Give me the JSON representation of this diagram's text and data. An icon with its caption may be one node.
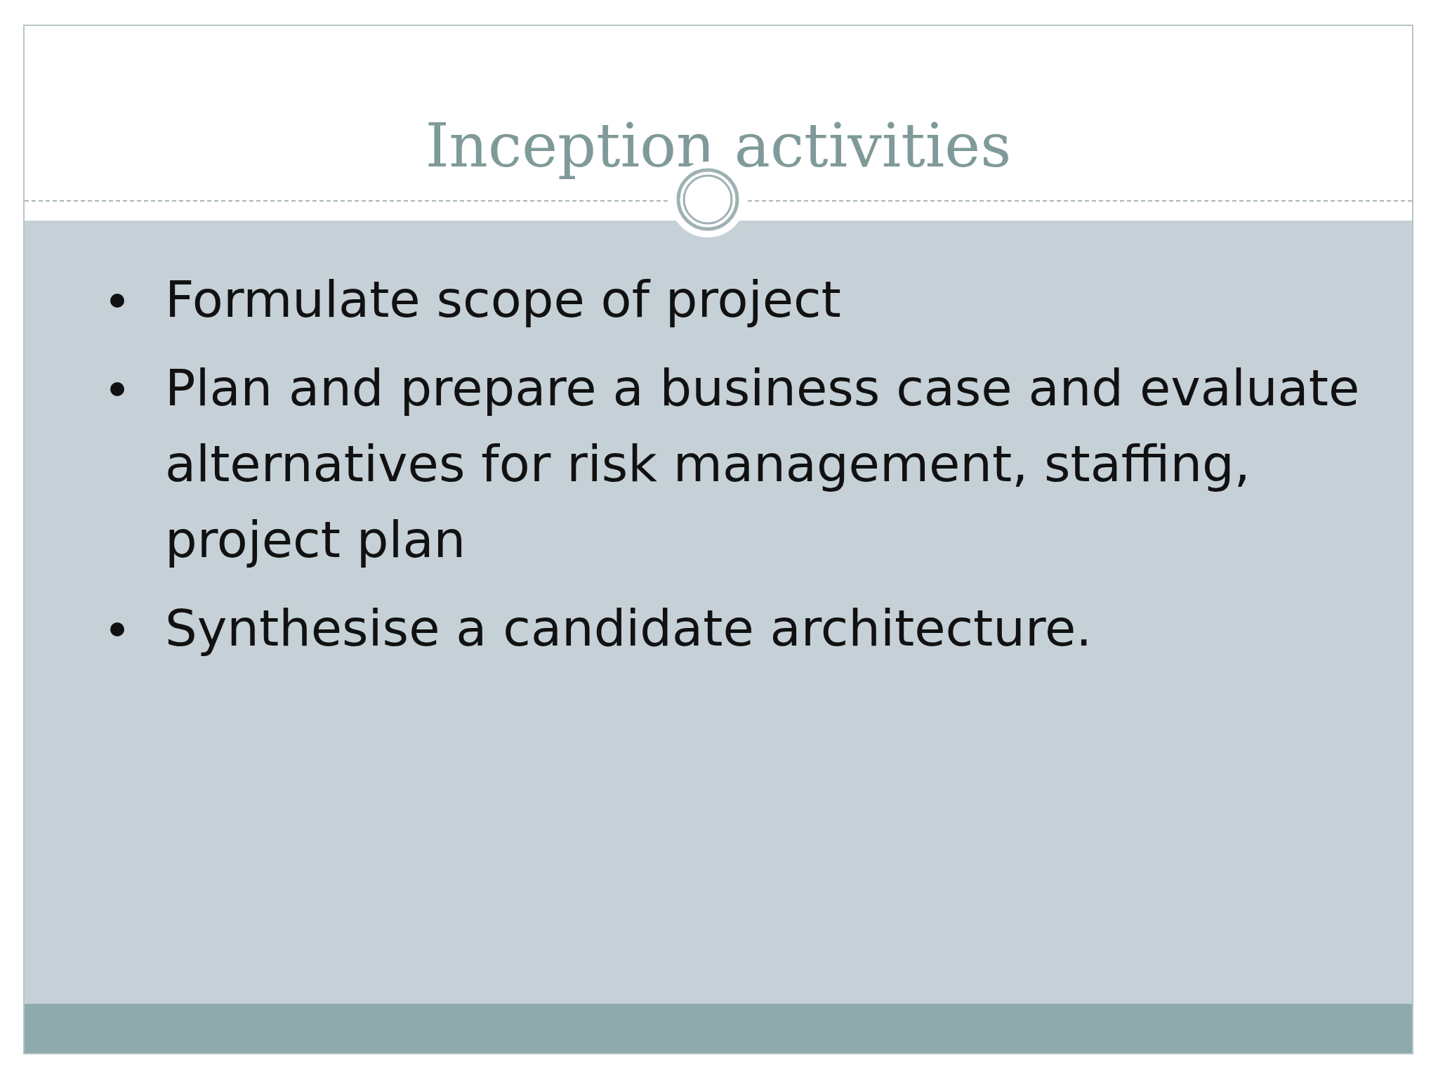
{
  "diagram": {
    "title": "Inception activities",
    "labels": [
      "Formulate scope of project",
      "Plan and prepare a business case and evaluate alternatives for risk management, staffing, project plan",
      "Synthesise a candidate architecture."
    ]
  }
}
